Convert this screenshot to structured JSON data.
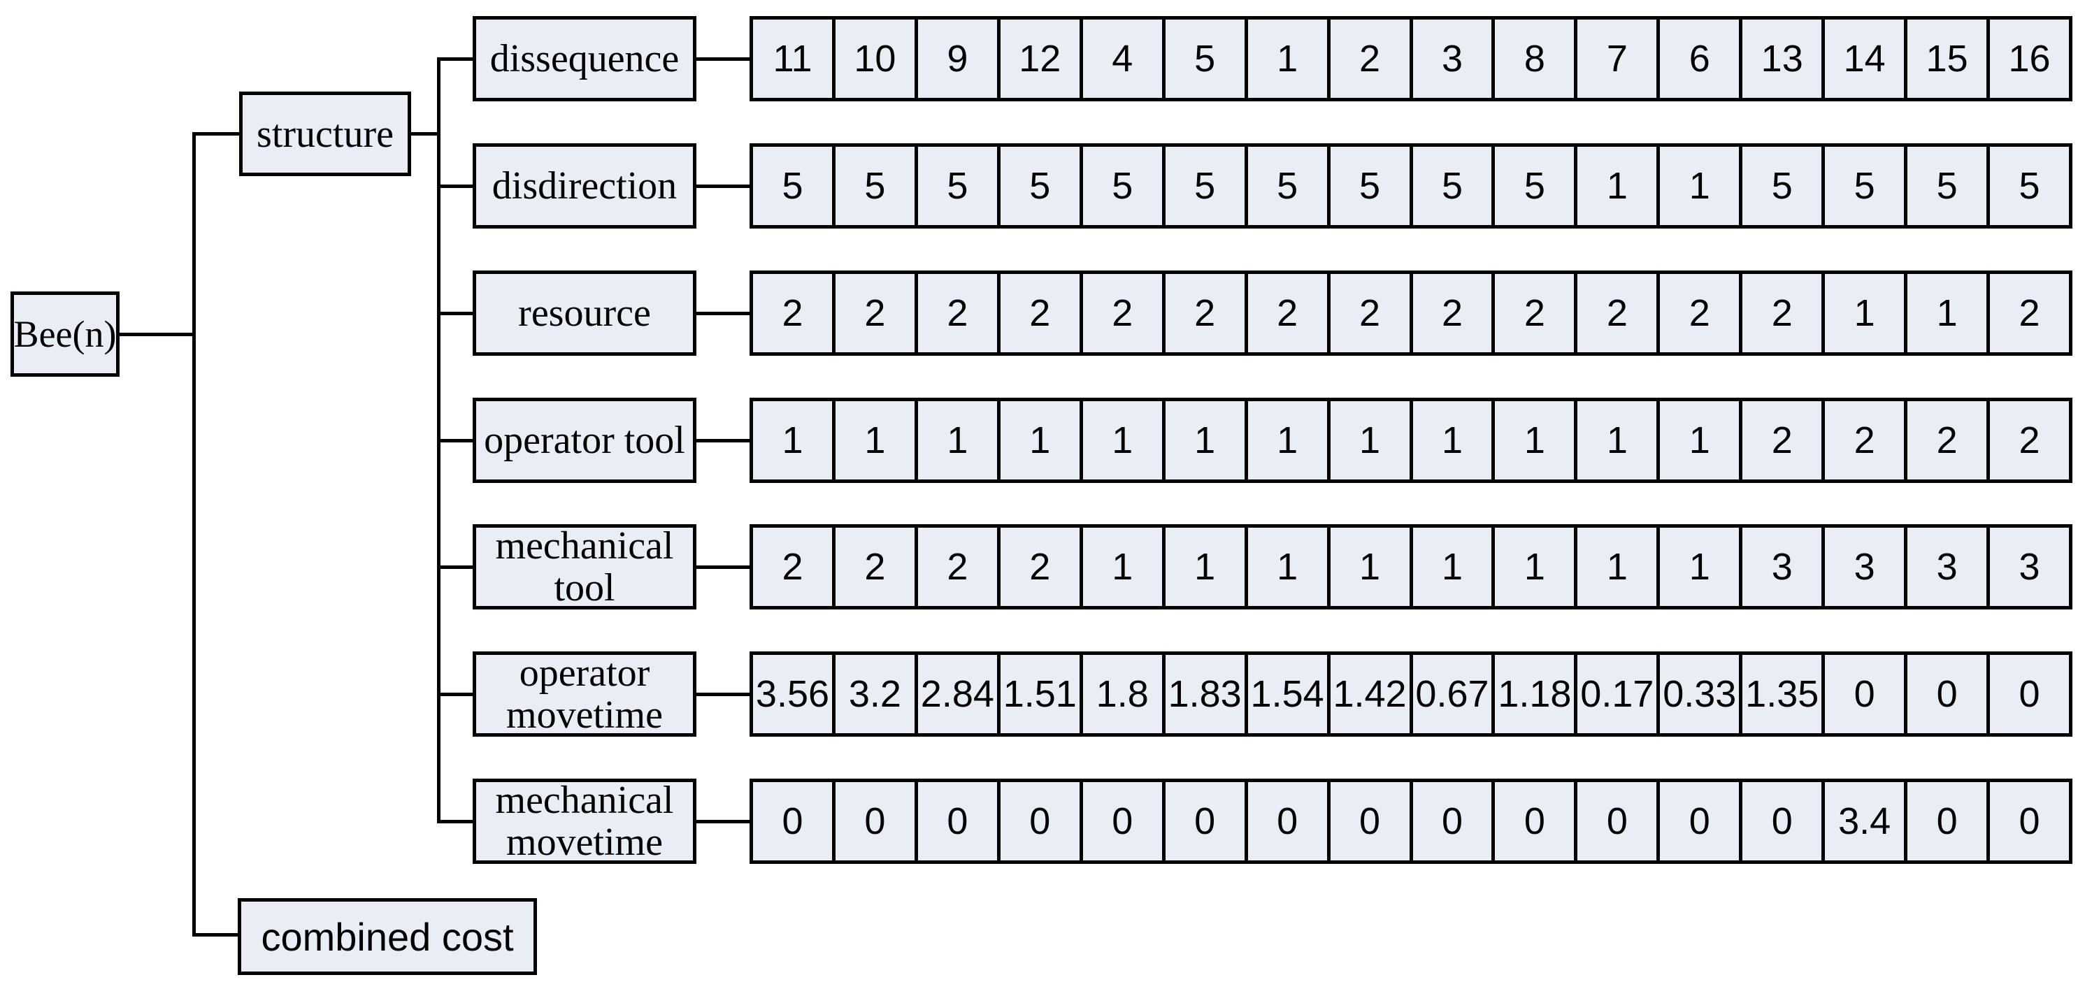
{
  "root": {
    "label": "Bee(n)"
  },
  "branches": {
    "structure_label": "structure",
    "combined_cost_label": "combined cost"
  },
  "rows": [
    {
      "label": "dissequence",
      "values": [
        "11",
        "10",
        "9",
        "12",
        "4",
        "5",
        "1",
        "2",
        "3",
        "8",
        "7",
        "6",
        "13",
        "14",
        "15",
        "16"
      ]
    },
    {
      "label": "disdirection",
      "values": [
        "5",
        "5",
        "5",
        "5",
        "5",
        "5",
        "5",
        "5",
        "5",
        "5",
        "1",
        "1",
        "5",
        "5",
        "5",
        "5"
      ]
    },
    {
      "label": "resource",
      "values": [
        "2",
        "2",
        "2",
        "2",
        "2",
        "2",
        "2",
        "2",
        "2",
        "2",
        "2",
        "2",
        "2",
        "1",
        "1",
        "2"
      ]
    },
    {
      "label": "operator tool",
      "values": [
        "1",
        "1",
        "1",
        "1",
        "1",
        "1",
        "1",
        "1",
        "1",
        "1",
        "1",
        "1",
        "2",
        "2",
        "2",
        "2"
      ]
    },
    {
      "label": "mechanical tool",
      "values": [
        "2",
        "2",
        "2",
        "2",
        "1",
        "1",
        "1",
        "1",
        "1",
        "1",
        "1",
        "1",
        "3",
        "3",
        "3",
        "3"
      ]
    },
    {
      "label": "operator movetime",
      "values": [
        "3.56",
        "3.2",
        "2.84",
        "1.51",
        "1.8",
        "1.83",
        "1.54",
        "1.42",
        "0.67",
        "1.18",
        "0.17",
        "0.33",
        "1.35",
        "0",
        "0",
        "0"
      ]
    },
    {
      "label": "mechanical movetime",
      "values": [
        "0",
        "0",
        "0",
        "0",
        "0",
        "0",
        "0",
        "0",
        "0",
        "0",
        "0",
        "0",
        "0",
        "3.4",
        "0",
        "0"
      ]
    }
  ],
  "colors": {
    "box_fill": "#e8edf6",
    "line": "#000000",
    "background": "#ffffff"
  }
}
